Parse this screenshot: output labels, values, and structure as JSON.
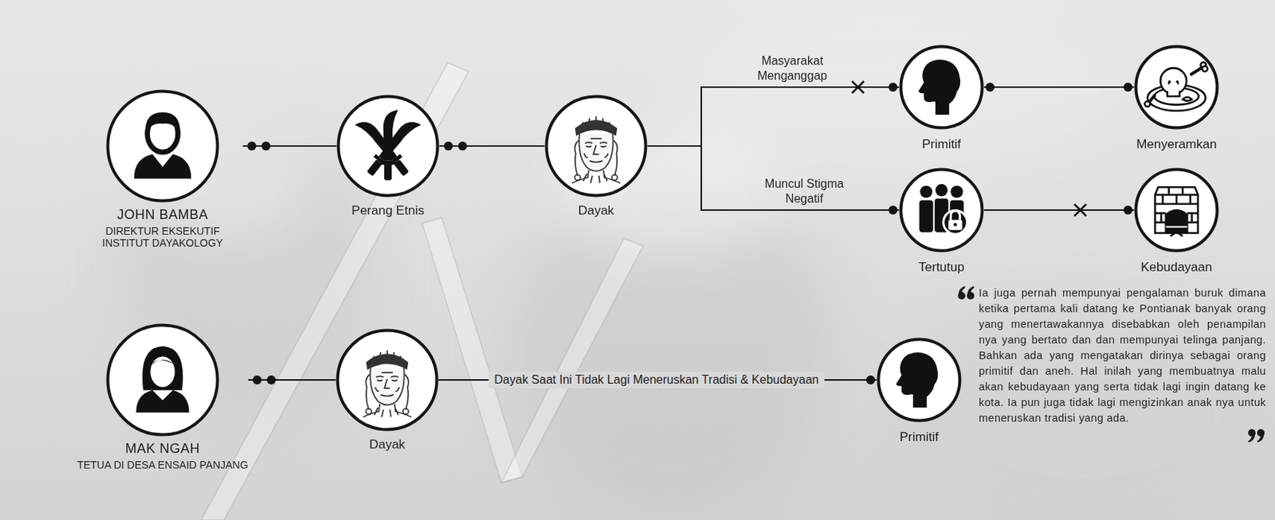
{
  "diagram": {
    "nodes": [
      {
        "text": [
          "JOHN BAMBA",
          "DIREKTUR EKSEKUTIF INSTITUT DAYAKOLOGY"
        ]
      },
      {
        "text": [
          "Perang Etnis"
        ]
      },
      {
        "text": [
          "Dayak"
        ]
      },
      {
        "text": [
          "Primitif"
        ]
      },
      {
        "text": [
          "Menyeramkan"
        ]
      },
      {
        "text": [
          "Tertutup"
        ]
      },
      {
        "text": [
          "Kebudayaan"
        ]
      },
      {
        "text": [
          "MAK NGAH",
          "TETUA DI DESA ENSAID PANJANG"
        ]
      },
      {
        "text": [
          "Dayak"
        ]
      },
      {
        "text": [
          "Primitif"
        ]
      }
    ],
    "edges": [
      {
        "from": 0,
        "to": 1,
        "arrow": "none"
      },
      {
        "from": 1,
        "to": 2,
        "arrow": "none"
      },
      {
        "from": 2,
        "to": 3,
        "label": "Masyarakat Menganggap",
        "arrow": "none"
      },
      {
        "from": 2,
        "to": 5,
        "label": "Muncul Stigma Negatif",
        "arrow": "none"
      },
      {
        "from": 3,
        "to": 4,
        "arrow": "none"
      },
      {
        "from": 5,
        "to": 6,
        "arrow": "none"
      },
      {
        "from": 7,
        "to": 8,
        "arrow": "none"
      },
      {
        "from": 8,
        "to": 9,
        "label": "Dayak Saat Ini Tidak Lagi Meneruskan Tradisi & Kebudayaan",
        "arrow": "none"
      }
    ],
    "labels": [
      "Ia juga pernah mempunyai pengalaman buruk dimana ketika pertama kali datang ke Pontianak banyak orang yang menertawakannya disebabkan oleh penampilan nya yang bertato dan dan mempunyai telinga panjang. Bahkan ada yang mengatakan dirinya sebagai orang primitif dan aneh. Hal inilah yang membuatnya malu akan kebudayaan yang serta tidak lagi ingin datang ke kota. Ia pun juga tidak lagi mengizinkan anak nya untuk meneruskan tradisi yang ada."
    ]
  }
}
